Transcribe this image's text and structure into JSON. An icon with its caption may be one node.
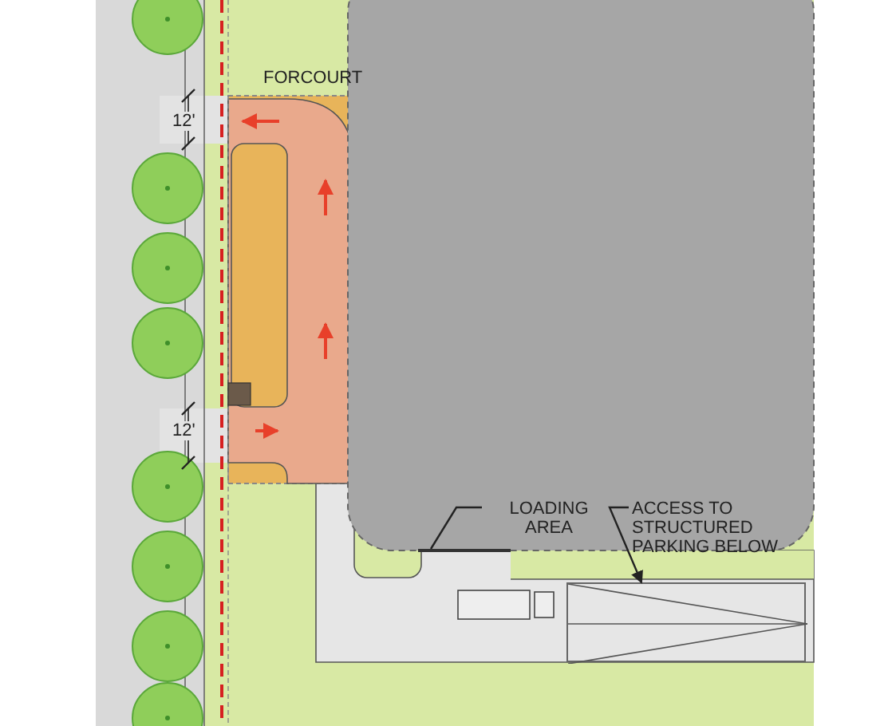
{
  "diagram": {
    "nodes": [
      {
        "text": [
          "LOADING AREA"
        ]
      },
      {
        "text": [],
        "shape": "box"
      },
      {
        "text": [
          "ACCESS TO STRUCTURED PARKING BELOW"
        ]
      },
      {
        "text": [],
        "shape": "box"
      }
    ],
    "edges": [
      {
        "from": 0,
        "to": 1,
        "arrow": "none"
      },
      {
        "from": 2,
        "to": 3,
        "arrow": "to"
      }
    ],
    "labels": [
      "FORCOURT",
      "12'",
      "12'"
    ]
  }
}
